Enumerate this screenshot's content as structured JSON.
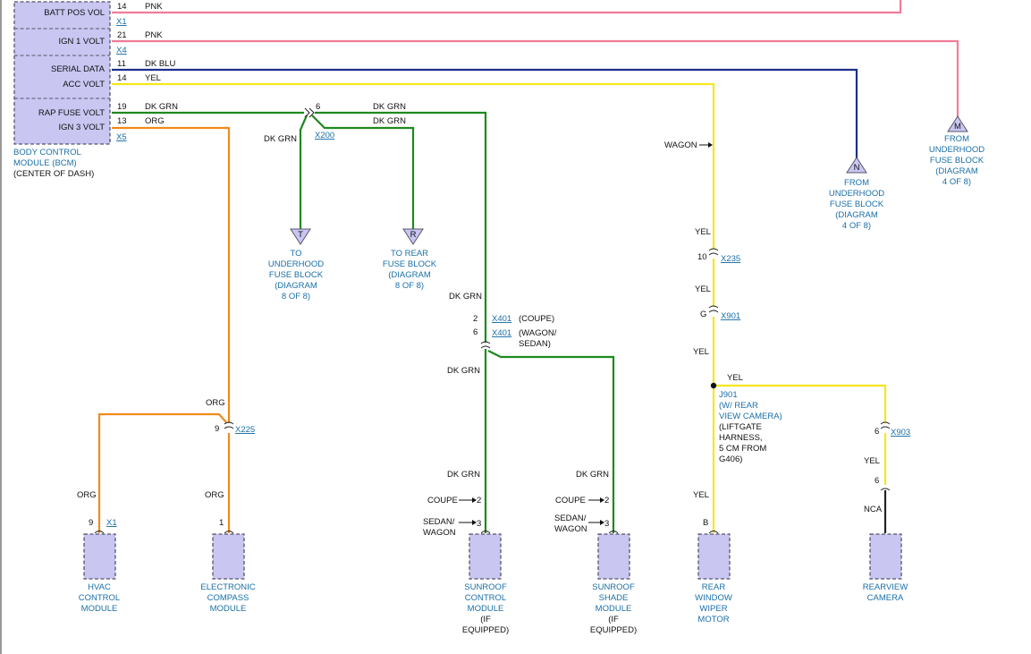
{
  "bcm": {
    "name_lines": [
      "BODY CONTROL",
      "MODULE (BCM)"
    ],
    "location": "(CENTER OF DASH)",
    "pins": [
      {
        "label": "BATT POS VOL",
        "pin": "14",
        "wire": "PNK"
      },
      {
        "label": "IGN 1 VOLT",
        "pin": "21",
        "wire": "PNK"
      },
      {
        "label": "SERIAL DATA",
        "pin": "11",
        "wire": "DK BLU"
      },
      {
        "label": "ACC VOLT",
        "pin": "14",
        "wire": "YEL"
      },
      {
        "label": "RAP FUSE VOLT",
        "pin": "19",
        "wire": "DK GRN"
      },
      {
        "label": "IGN 3 VOLT",
        "pin": "13",
        "wire": "ORG"
      }
    ],
    "connectors": [
      "X1",
      "X4",
      "X5"
    ]
  },
  "splice_x200": {
    "pin": "6",
    "connector": "X200",
    "wires": [
      "DK GRN",
      "DK GRN",
      "DK GRN"
    ]
  },
  "terminals": {
    "t": {
      "letter": "T",
      "lines": [
        "TO",
        "UNDERHOOD",
        "FUSE BLOCK",
        "(DIAGRAM",
        "8 OF 8)"
      ]
    },
    "r": {
      "letter": "R",
      "lines": [
        "TO REAR",
        "FUSE BLOCK",
        "(DIAGRAM",
        "8 OF 8)"
      ]
    },
    "n": {
      "letter": "N",
      "lines": [
        "FROM",
        "UNDERHOOD",
        "FUSE BLOCK",
        "(DIAGRAM",
        "4 OF 8)"
      ]
    },
    "m": {
      "letter": "M",
      "lines": [
        "FROM",
        "UNDERHOOD",
        "FUSE BLOCK",
        "(DIAGRAM",
        "4 OF 8)"
      ]
    }
  },
  "orange_branch": {
    "wire_top": "ORG",
    "pin": "9",
    "connector": "X225",
    "hvac": {
      "wire": "ORG",
      "pin": "9",
      "connector": "X1",
      "lines": [
        "HVAC",
        "CONTROL",
        "MODULE"
      ]
    },
    "compass": {
      "wire": "ORG",
      "pin": "1",
      "lines": [
        "ELECTRONIC",
        "COMPASS",
        "MODULE"
      ]
    }
  },
  "sunroof_branch": {
    "wire_top": "DK GRN",
    "x401_a": {
      "pin": "2",
      "connector": "X401",
      "note": "(COUPE)"
    },
    "x401_b": {
      "pin": "6",
      "connector": "X401",
      "note_lines": [
        "(WAGON/",
        "SEDAN)"
      ]
    },
    "wire_mid": "DK GRN",
    "control": {
      "wire": "DK GRN",
      "coupe_label": "COUPE",
      "coupe_pin": "2",
      "sedan_lines": [
        "SEDAN/",
        "WAGON"
      ],
      "sedan_pin": "3",
      "lines": [
        "SUNROOF",
        "CONTROL",
        "MODULE",
        "(IF",
        "EQUIPPED)"
      ]
    },
    "shade": {
      "wire": "DK GRN",
      "coupe_label": "COUPE",
      "coupe_pin": "2",
      "sedan_lines": [
        "SEDAN/",
        "WAGON"
      ],
      "sedan_pin": "3",
      "lines": [
        "SUNROOF",
        "SHADE",
        "MODULE",
        "(IF",
        "EQUIPPED)"
      ]
    }
  },
  "yellow_branch": {
    "wagon_label": "WAGON",
    "wire1": "YEL",
    "x235": {
      "pin": "10",
      "connector": "X235"
    },
    "wire2": "YEL",
    "x901": {
      "pin": "G",
      "connector": "X901"
    },
    "wire3": "YEL",
    "splice_wire": "YEL",
    "j901_lines": [
      "J901",
      "(W/ REAR",
      "VIEW CAMERA)"
    ],
    "j901_note_lines": [
      "(LIFTGATE",
      "HARNESS,",
      "5 CM FROM",
      "G406)"
    ],
    "wiper": {
      "wire": "YEL",
      "pin": "B",
      "lines": [
        "REAR",
        "WINDOW",
        "WIPER",
        "MOTOR"
      ]
    },
    "x903": {
      "pin": "6",
      "connector": "X903"
    },
    "camera": {
      "wire": "YEL",
      "pin": "6",
      "wire_bottom": "NCA",
      "lines": [
        "REARVIEW",
        "CAMERA"
      ]
    }
  },
  "colors": {
    "pink": "#f07c99",
    "blue": "#1c2f8c",
    "yellow": "#f5e71e",
    "green": "#1e8a1e",
    "orange": "#f28a1a",
    "black": "#222222",
    "module_fill": "#c9c6f2"
  }
}
